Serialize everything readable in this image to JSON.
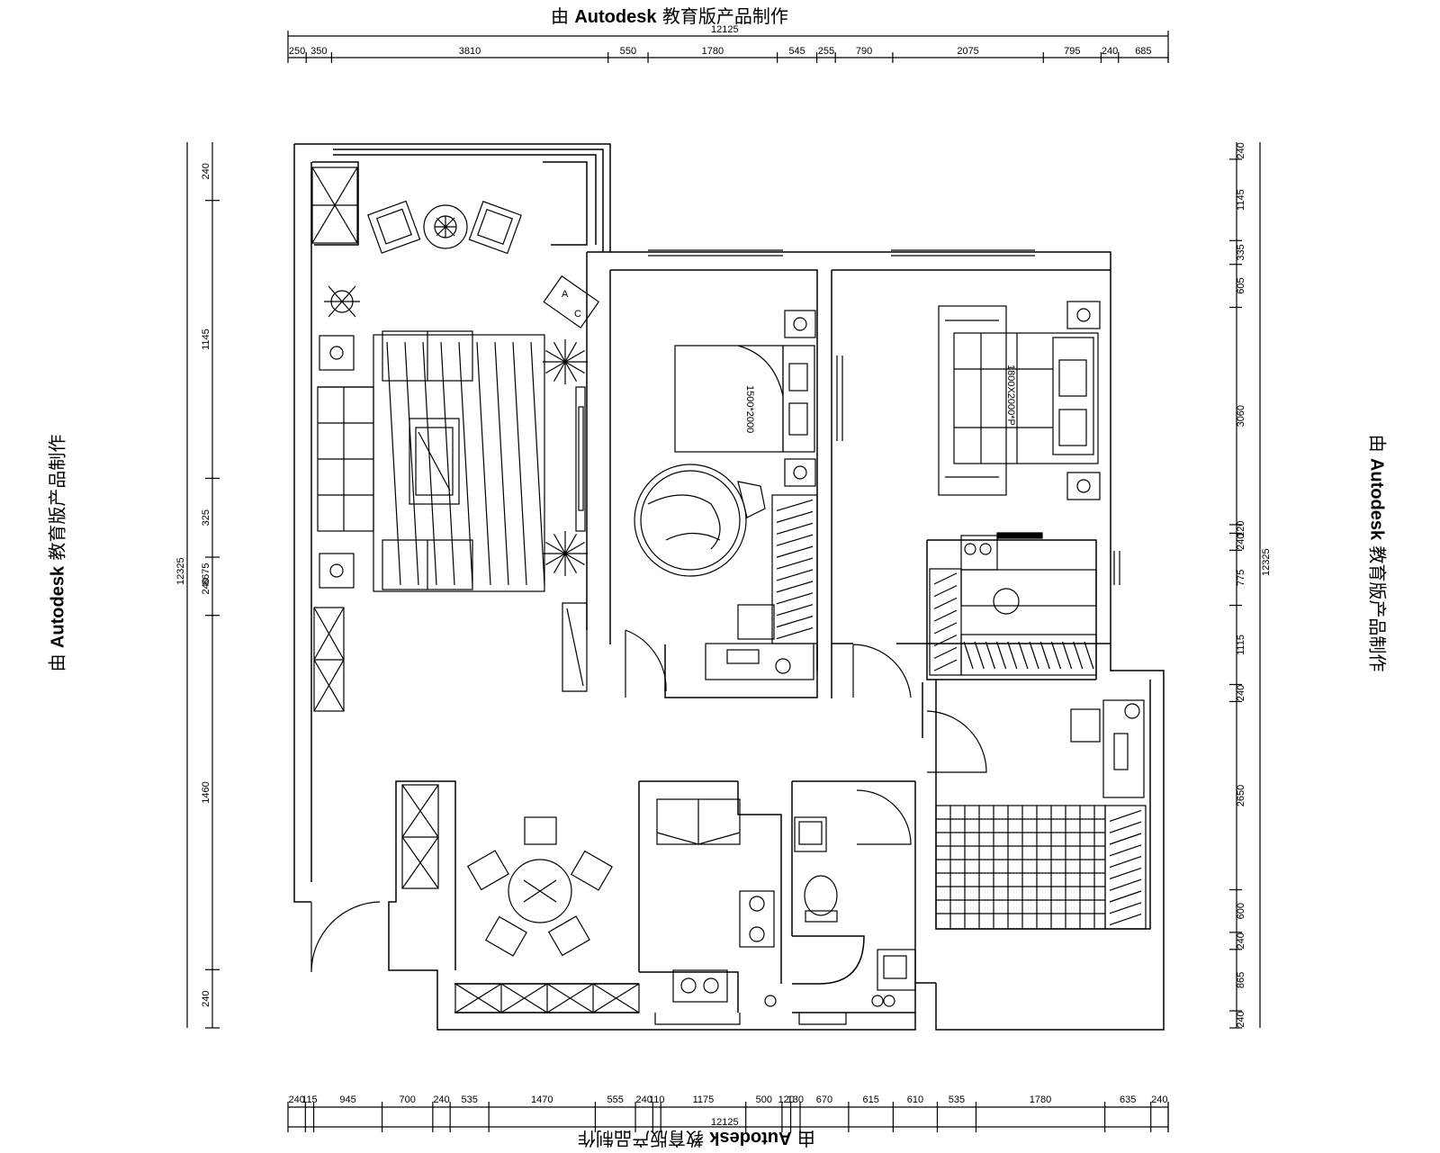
{
  "watermark": {
    "prefix": "由",
    "brand": "Autodesk",
    "suffix": "教育版产品制作"
  },
  "dimensions": {
    "top_total": "12125",
    "top_segments": [
      "250",
      "350",
      "3810",
      "550",
      "1780",
      "545",
      "255",
      "790",
      "2075",
      "795",
      "240",
      "685"
    ],
    "bottom_total": "12125",
    "bottom_segments": [
      "240",
      "115",
      "945",
      "700",
      "240",
      "535",
      "1470",
      "555",
      "240",
      "110",
      "1175",
      "500",
      "120",
      "130",
      "670",
      "615",
      "610",
      "535",
      "1780",
      "635",
      "240"
    ],
    "left_total": "12325",
    "left_sub": "8675",
    "left_segments": [
      "240",
      "1145",
      "325",
      "240",
      "1460",
      "240"
    ],
    "right_total": "12325",
    "right_segments": [
      "240",
      "1145",
      "335",
      "605",
      "3060",
      "120",
      "240",
      "775",
      "1115",
      "240",
      "2650",
      "600",
      "240",
      "865",
      "240"
    ]
  },
  "room_labels": {
    "bed_small": "1500*2000",
    "bed_master": "1800X2000*P"
  }
}
